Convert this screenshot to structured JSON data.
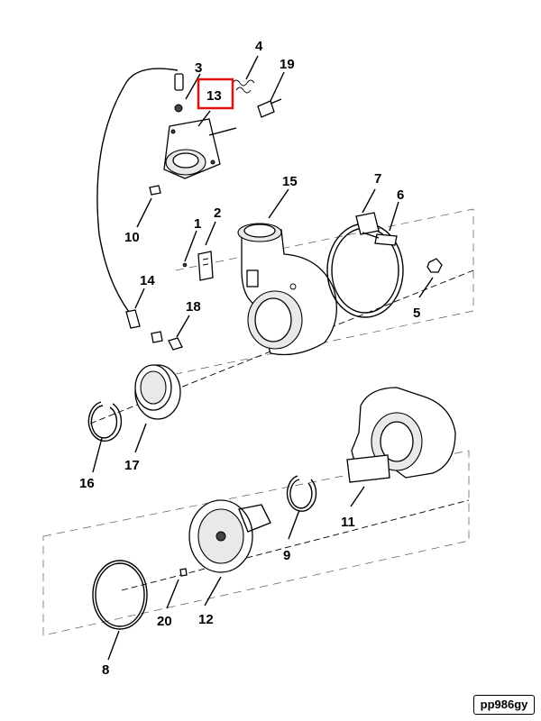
{
  "diagram": {
    "reference_code": "pp986gy",
    "highlighted_part": "13",
    "highlight_color": "#e01010",
    "labels": {
      "p1": "1",
      "p2": "2",
      "p3": "3",
      "p4": "4",
      "p5": "5",
      "p6": "6",
      "p7": "7",
      "p8": "8",
      "p9": "9",
      "p10": "10",
      "p11": "11",
      "p12": "12",
      "p13": "13",
      "p14": "14",
      "p15": "15",
      "p16": "16",
      "p17": "17",
      "p18": "18",
      "p19": "19",
      "p20": "20"
    }
  }
}
